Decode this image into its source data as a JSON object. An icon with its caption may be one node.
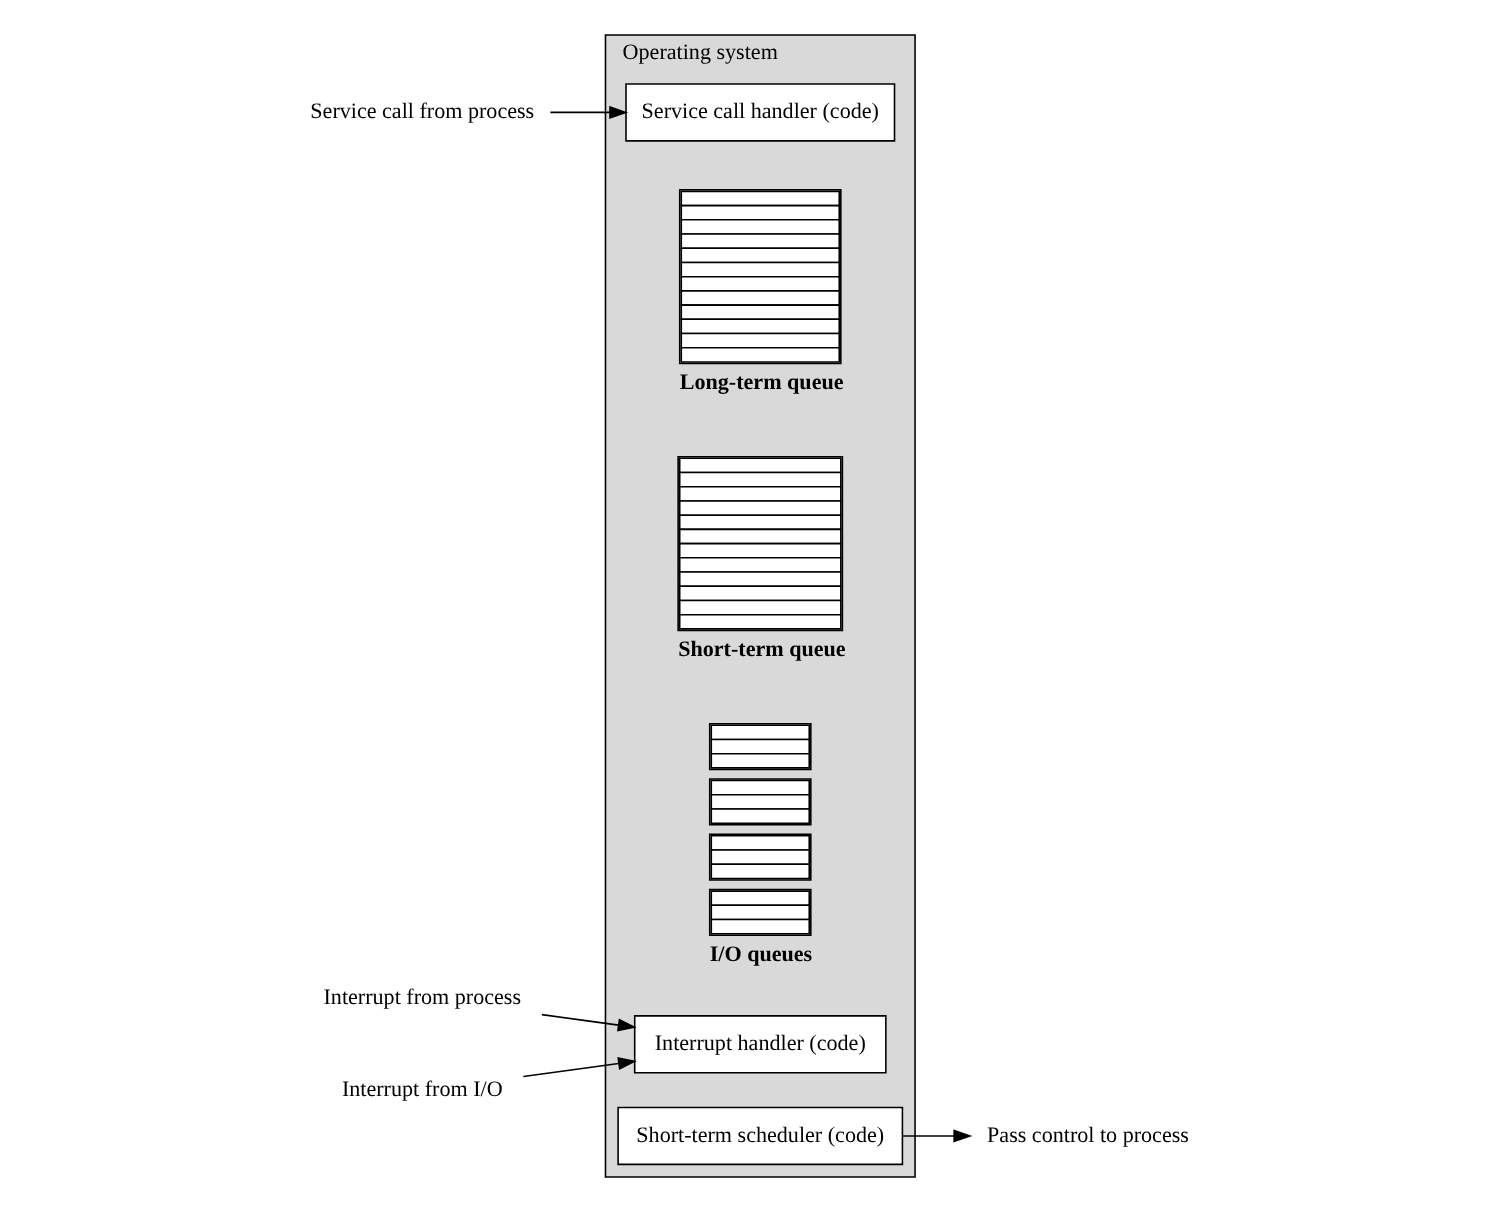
{
  "diagram": {
    "nodes": [
      {
        "text": [
          "Operating system"
        ]
      },
      {
        "text": [
          "Service call from process"
        ]
      },
      {
        "text": [
          "Service call handler (code)"
        ],
        "in": 0
      },
      {
        "text": [
          "Long-term queue"
        ],
        "in": 0
      },
      {
        "text": [
          "Short-term queue"
        ],
        "in": 0
      },
      {
        "text": [
          "I/O queues"
        ],
        "in": 0
      },
      {
        "text": [
          "Interrupt from process"
        ]
      },
      {
        "text": [
          "Interrupt from I/O"
        ]
      },
      {
        "text": [
          "Interrupt handler (code)"
        ],
        "in": 0
      },
      {
        "text": [
          "Short-term scheduler (code)"
        ],
        "in": 0
      },
      {
        "text": [
          "Pass control to process"
        ]
      }
    ],
    "edges": [
      {
        "from": 1,
        "to": 2,
        "arrow": "to"
      },
      {
        "from": 6,
        "to": 8,
        "arrow": "to"
      },
      {
        "from": 7,
        "to": 8,
        "arrow": "to"
      },
      {
        "from": 9,
        "to": 10,
        "arrow": "to"
      }
    ]
  }
}
